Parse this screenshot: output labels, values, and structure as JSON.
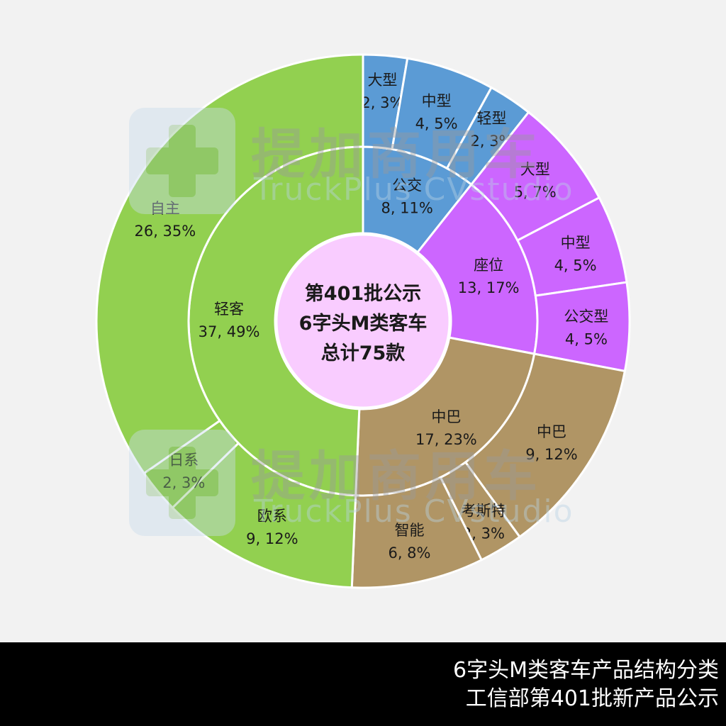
{
  "chart_data": {
    "type": "sunburst",
    "center_lines": [
      "第401批公示",
      "6字头M类客车",
      "总计75款"
    ],
    "inner": [
      {
        "name": "公交",
        "value": 8,
        "pct": "11%",
        "color": "#5b9bd5"
      },
      {
        "name": "座位",
        "value": 13,
        "pct": "17%",
        "color": "#cc66ff"
      },
      {
        "name": "中巴",
        "value": 17,
        "pct": "23%",
        "color": "#b09565"
      },
      {
        "name": "轻客",
        "value": 37,
        "pct": "49%",
        "color": "#92d050"
      }
    ],
    "outer": [
      {
        "name": "大型",
        "value": 2,
        "pct": "3%",
        "parent": "公交"
      },
      {
        "name": "中型",
        "value": 4,
        "pct": "5%",
        "parent": "公交"
      },
      {
        "name": "轻型",
        "value": 2,
        "pct": "3%",
        "parent": "公交"
      },
      {
        "name": "大型",
        "value": 5,
        "pct": "7%",
        "parent": "座位"
      },
      {
        "name": "中型",
        "value": 4,
        "pct": "5%",
        "parent": "座位"
      },
      {
        "name": "公交型",
        "value": 4,
        "pct": "5%",
        "parent": "座位"
      },
      {
        "name": "中巴",
        "value": 9,
        "pct": "12%",
        "parent": "中巴"
      },
      {
        "name": "考斯特",
        "value": 2,
        "pct": "3%",
        "parent": "中巴"
      },
      {
        "name": "智能",
        "value": 6,
        "pct": "8%",
        "parent": "中巴"
      },
      {
        "name": "欧系",
        "value": 9,
        "pct": "12%",
        "parent": "轻客"
      },
      {
        "name": "日系",
        "value": 2,
        "pct": "3%",
        "parent": "轻客"
      },
      {
        "name": "自主",
        "value": 26,
        "pct": "35%",
        "parent": "轻客"
      }
    ],
    "center_color": "#f9ccff"
  },
  "watermark": {
    "name_cn": "提加商用车",
    "name_en": "TruckPlus CVstudio"
  },
  "caption": {
    "line1": "6字头M类客车产品结构分类",
    "line2": "工信部第401批新产品公示"
  }
}
